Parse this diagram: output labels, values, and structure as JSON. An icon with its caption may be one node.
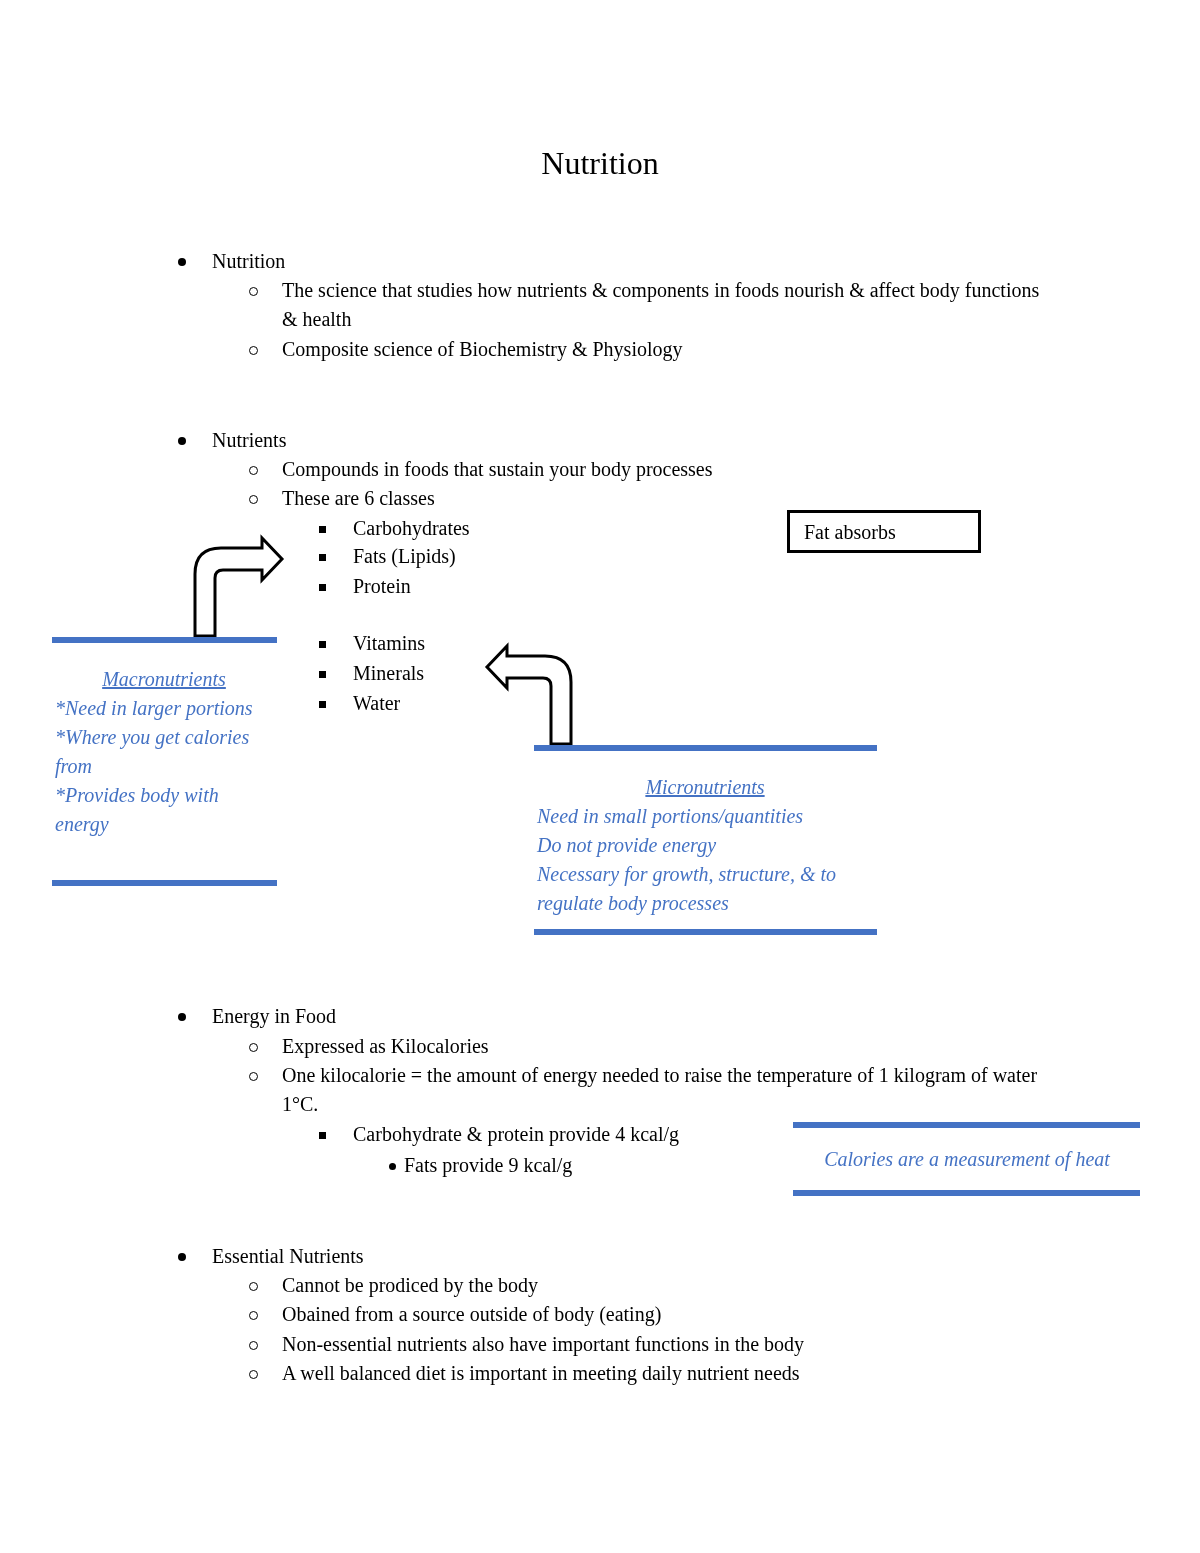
{
  "diagram": {
    "title": "Nutrition",
    "nodes": [
      {
        "text": [
          "Fat absorbs"
        ]
      },
      {
        "text": [
          "Macronutrients",
          "*Need in larger portions",
          "*Where you get calories from",
          "*Provides body with energy"
        ]
      },
      {
        "text": [
          "Micronutrients",
          "Need in small portions/quantities",
          "Do not provide energy",
          "Necessary for growth, structure, & to regulate body processes"
        ]
      },
      {
        "text": [
          "Calories are a measurement of heat"
        ]
      }
    ],
    "edges": [
      {
        "from": 1,
        "to": null,
        "arrow": "to"
      },
      {
        "from": 2,
        "to": null,
        "arrow": "to"
      }
    ],
    "labels": [
      "Nutrition",
      "The science that studies how nutrients & components in foods nourish & affect body functions & health",
      "Composite science of Biochemistry & Physiology",
      "Nutrients",
      "Compounds in foods that sustain your body processes",
      "These are 6 classes",
      "Carbohydrates",
      "Fats (Lipids)",
      "Protein",
      "Vitamins",
      "Minerals",
      "Water",
      "Energy in Food",
      "Expressed as Kilocalories",
      "One kilocalorie = the amount of energy needed to raise the temperature of 1 kilogram of water 1°C.",
      "Carbohydrate & protein provide 4 kcal/g",
      "Fats provide 9 kcal/g",
      "Essential Nutrients",
      "Cannot be prodiced by the body",
      "Obained from a source outside of body (eating)",
      "Non-essential nutrients also have important functions in the body",
      "A well balanced diet is important in meeting daily nutrient needs"
    ]
  }
}
